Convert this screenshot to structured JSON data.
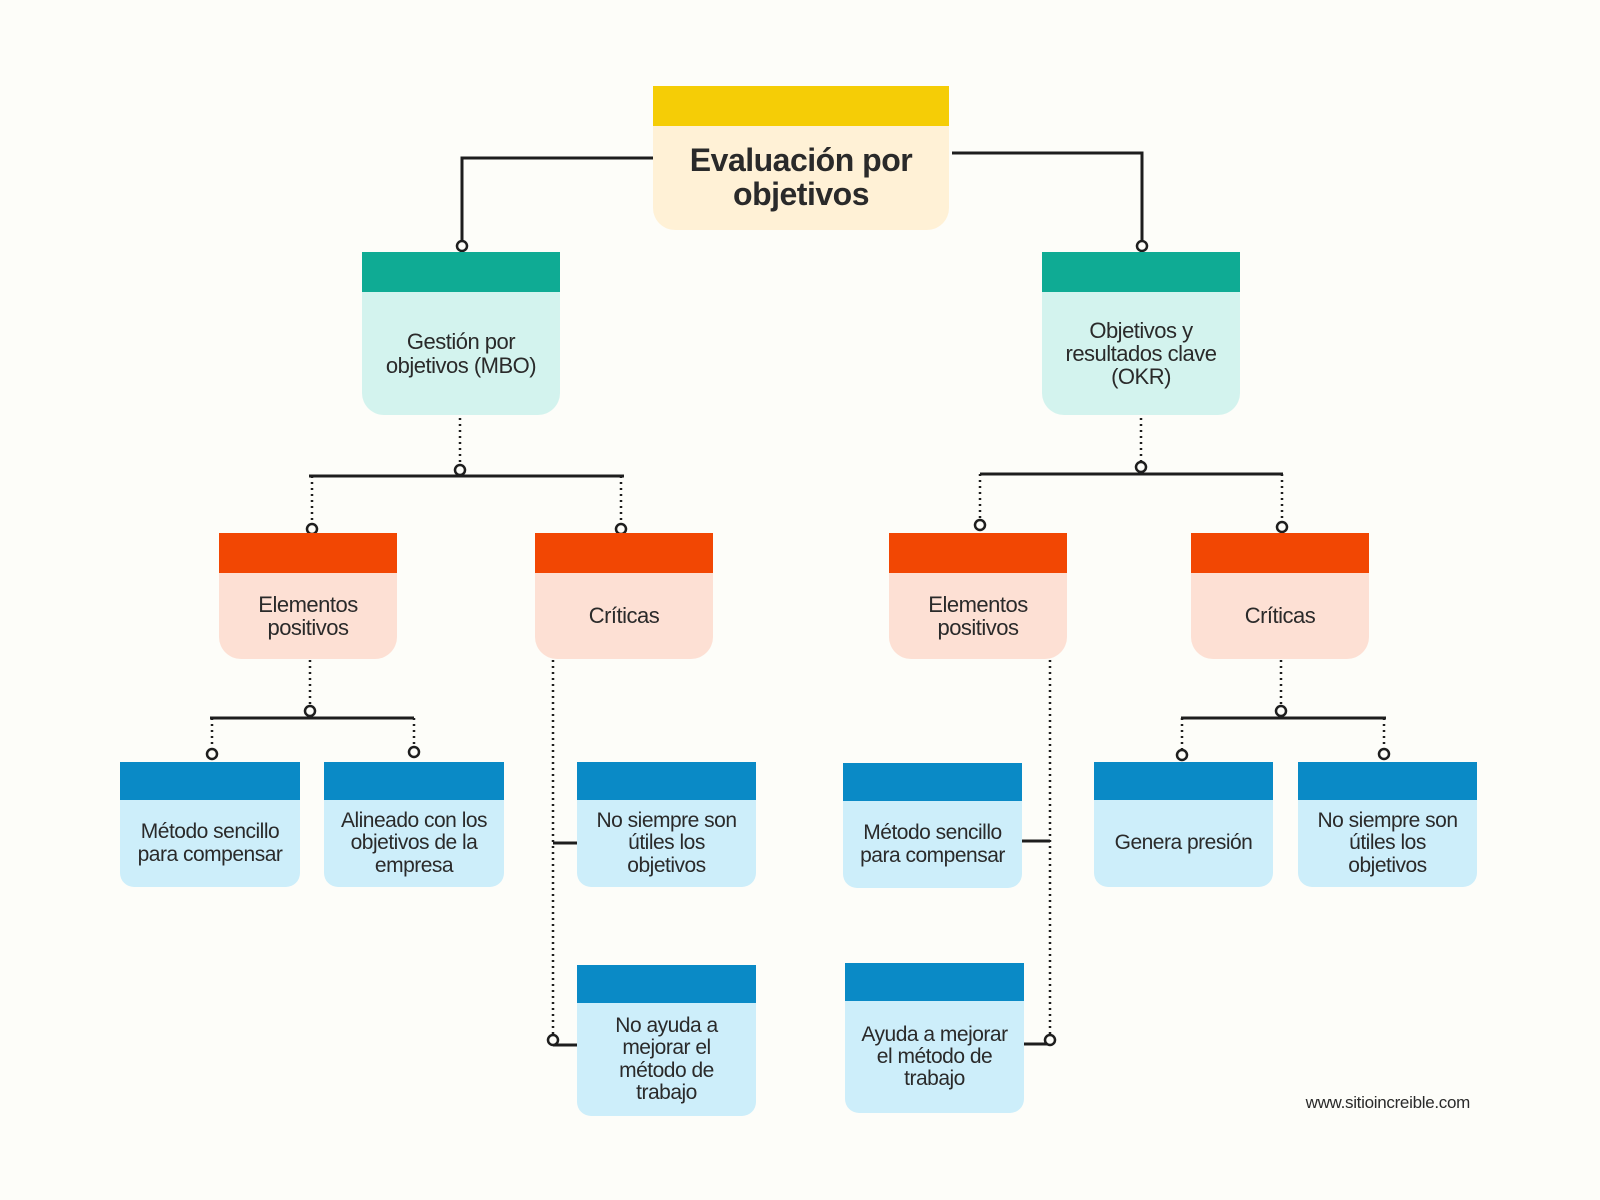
{
  "root": {
    "title": "Evaluación por objetivos"
  },
  "branches": [
    {
      "label": "Gestión por objetivos (MBO)",
      "positive": {
        "label": "Elementos positivos",
        "items": [
          "Método sencillo para compensar",
          "Alineado con los objetivos de la empresa"
        ]
      },
      "critics": {
        "label": "Críticas",
        "items": [
          "No siempre son útiles los objetivos",
          "No ayuda a mejorar el método de trabajo"
        ]
      }
    },
    {
      "label": "Objetivos y resultados clave (OKR)",
      "positive": {
        "label": "Elementos positivos",
        "items": [
          "Método sencillo para compensar",
          "Ayuda a mejorar el método de trabajo"
        ]
      },
      "critics": {
        "label": "Críticas",
        "items": [
          "Genera presión",
          "No siempre son útiles los objetivos"
        ]
      }
    }
  ],
  "footer": {
    "website": "www.sitioincreible.com"
  },
  "colors": {
    "root_bar": "#f5cd06",
    "root_body": "#fff1d6",
    "l1_bar": "#0fab94",
    "l1_body": "#d3f3ee",
    "l2_bar": "#f24703",
    "l2_body": "#fde0d4",
    "l3_bar": "#0a8ac6",
    "l3_body": "#cdeefa",
    "line": "#1e1e1e"
  }
}
